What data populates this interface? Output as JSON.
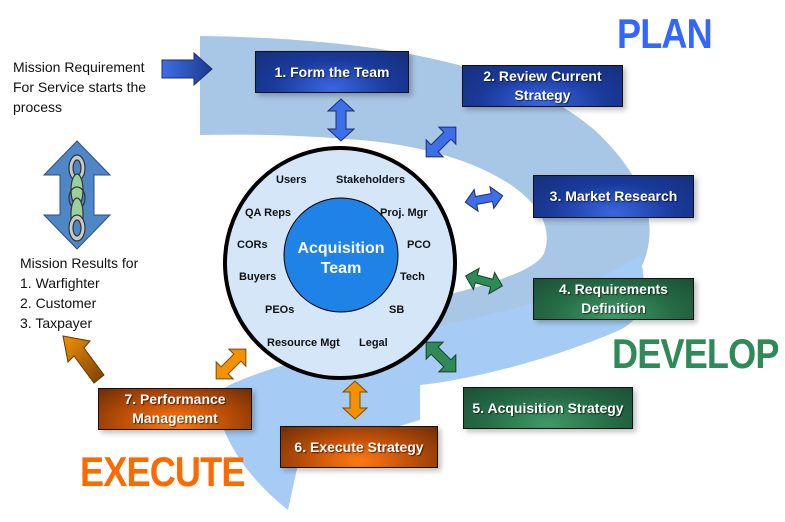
{
  "phases": {
    "plan": {
      "label": "PLAN",
      "color": "#3366ff"
    },
    "develop": {
      "label": "DEVELOP",
      "color": "#2e8b57"
    },
    "execute": {
      "label": "EXECUTE",
      "color": "#ff6a00"
    }
  },
  "input": {
    "text": "Mission Requirement\nFor Service starts the\nprocess"
  },
  "results": {
    "heading": "Mission Results for",
    "items": [
      "1.  Warfighter",
      "2.  Customer",
      "3.  Taxpayer"
    ]
  },
  "steps": [
    {
      "label": "1.  Form the Team",
      "phase": "plan"
    },
    {
      "label": "2.  Review Current\nStrategy",
      "phase": "plan"
    },
    {
      "label": "3.  Market Research",
      "phase": "plan"
    },
    {
      "label": "4.  Requirements\nDefinition",
      "phase": "develop"
    },
    {
      "label": "5.  Acquisition Strategy",
      "phase": "develop"
    },
    {
      "label": "6.  Execute Strategy",
      "phase": "execute"
    },
    {
      "label": "7.  Performance\nManagement",
      "phase": "execute"
    }
  ],
  "team": {
    "core": "Acquisition\nTeam",
    "members": [
      "Users",
      "Stakeholders",
      "QA Reps",
      "Proj.  Mgr",
      "CORs",
      "PCO",
      "Buyers",
      "Tech",
      "PEOs",
      "SB",
      "Resource Mgt",
      "Legal"
    ]
  },
  "colors": {
    "swoosh_dark": "#a8c6e6",
    "swoosh_light": "#a6ccf5",
    "outer_ring": "#d4e6f8",
    "core": "#1f82e6",
    "arrow_blue": "#3d6fe8",
    "arrow_green": "#2e8b57",
    "arrow_orange": "#f39200"
  }
}
